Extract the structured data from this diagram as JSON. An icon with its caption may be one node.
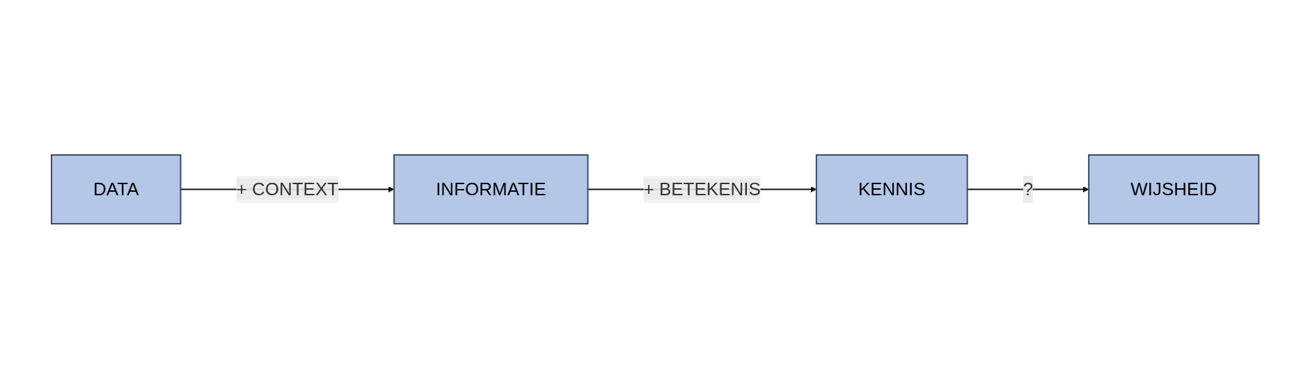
{
  "diagram": {
    "nodes": [
      {
        "text": [
          "DATA"
        ]
      },
      {
        "text": [
          "INFORMATIE"
        ]
      },
      {
        "text": [
          "KENNIS"
        ]
      },
      {
        "text": [
          "WIJSHEID"
        ]
      }
    ],
    "edges": [
      {
        "from": 0,
        "to": 1,
        "arrow": "to",
        "label": "+ CONTEXT"
      },
      {
        "from": 1,
        "to": 2,
        "arrow": "to",
        "label": "+ BETEKENIS"
      },
      {
        "from": 2,
        "to": 3,
        "arrow": "to",
        "label": "?"
      }
    ]
  }
}
